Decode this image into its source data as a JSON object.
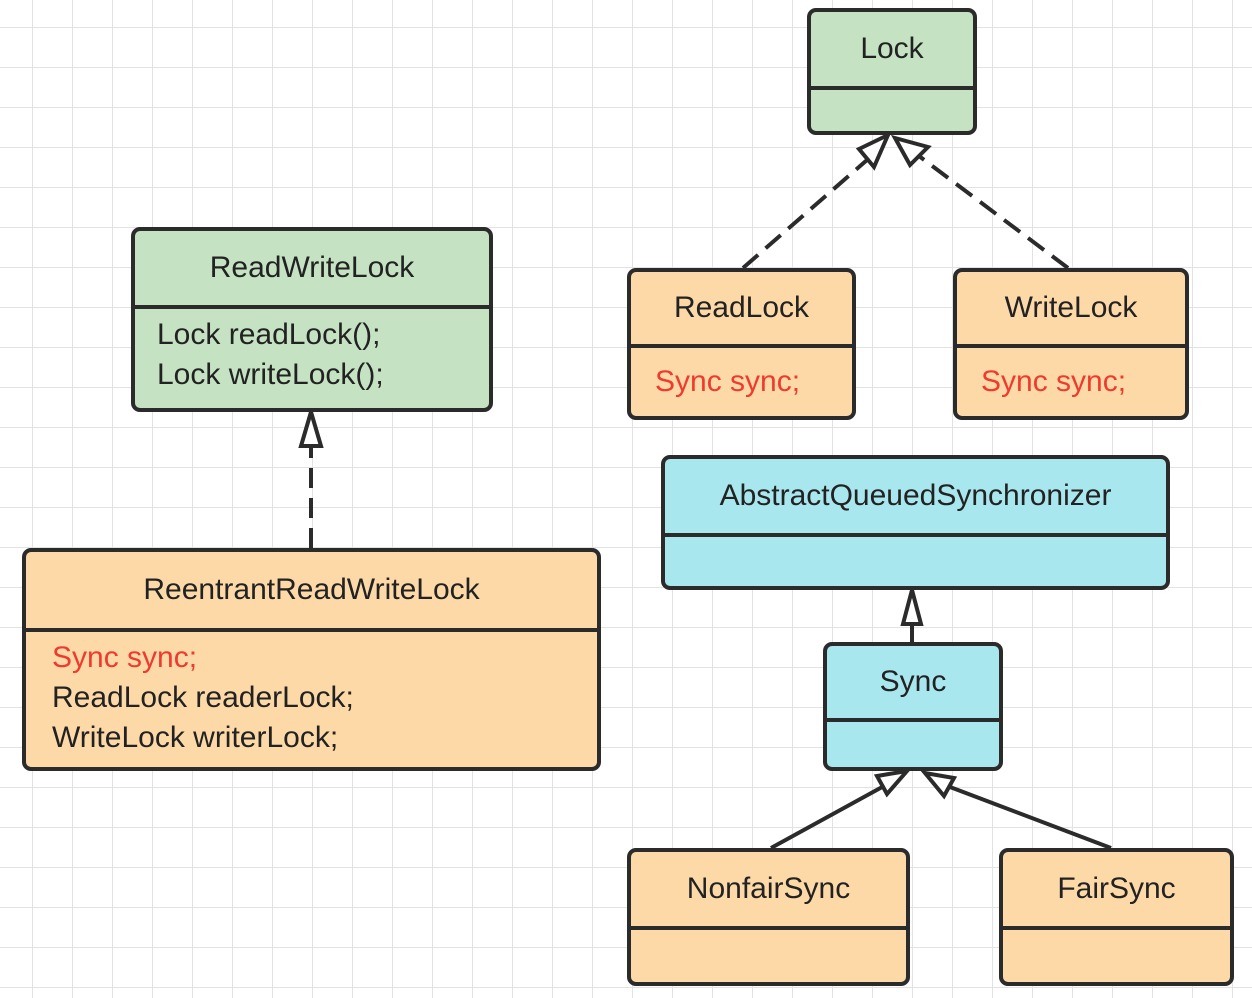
{
  "boxes": {
    "lock": {
      "title": "Lock"
    },
    "rwlock": {
      "title": "ReadWriteLock",
      "members": [
        "Lock readLock();",
        "Lock writeLock();"
      ]
    },
    "rrwlock": {
      "title": "ReentrantReadWriteLock",
      "members": [
        "Sync sync;",
        "ReadLock readerLock;",
        "WriteLock writerLock;"
      ]
    },
    "readlock": {
      "title": "ReadLock",
      "members": [
        "Sync sync;"
      ]
    },
    "writelock": {
      "title": "WriteLock",
      "members": [
        "Sync sync;"
      ]
    },
    "aqs": {
      "title": "AbstractQueuedSynchronizer"
    },
    "sync": {
      "title": "Sync"
    },
    "nonfair": {
      "title": "NonfairSync"
    },
    "fair": {
      "title": "FairSync"
    }
  },
  "colors": {
    "interface": "#c5e3c3",
    "class": "#fdd9a8",
    "aqs": "#a9e7ef",
    "highlight": "#f03a2e",
    "line": "#2b2b2b"
  },
  "relations": [
    {
      "from": "rrwlock",
      "to": "rwlock",
      "kind": "realization"
    },
    {
      "from": "readlock",
      "to": "lock",
      "kind": "realization"
    },
    {
      "from": "writelock",
      "to": "lock",
      "kind": "realization"
    },
    {
      "from": "sync",
      "to": "aqs",
      "kind": "generalization"
    },
    {
      "from": "nonfair",
      "to": "sync",
      "kind": "generalization"
    },
    {
      "from": "fair",
      "to": "sync",
      "kind": "generalization"
    }
  ]
}
